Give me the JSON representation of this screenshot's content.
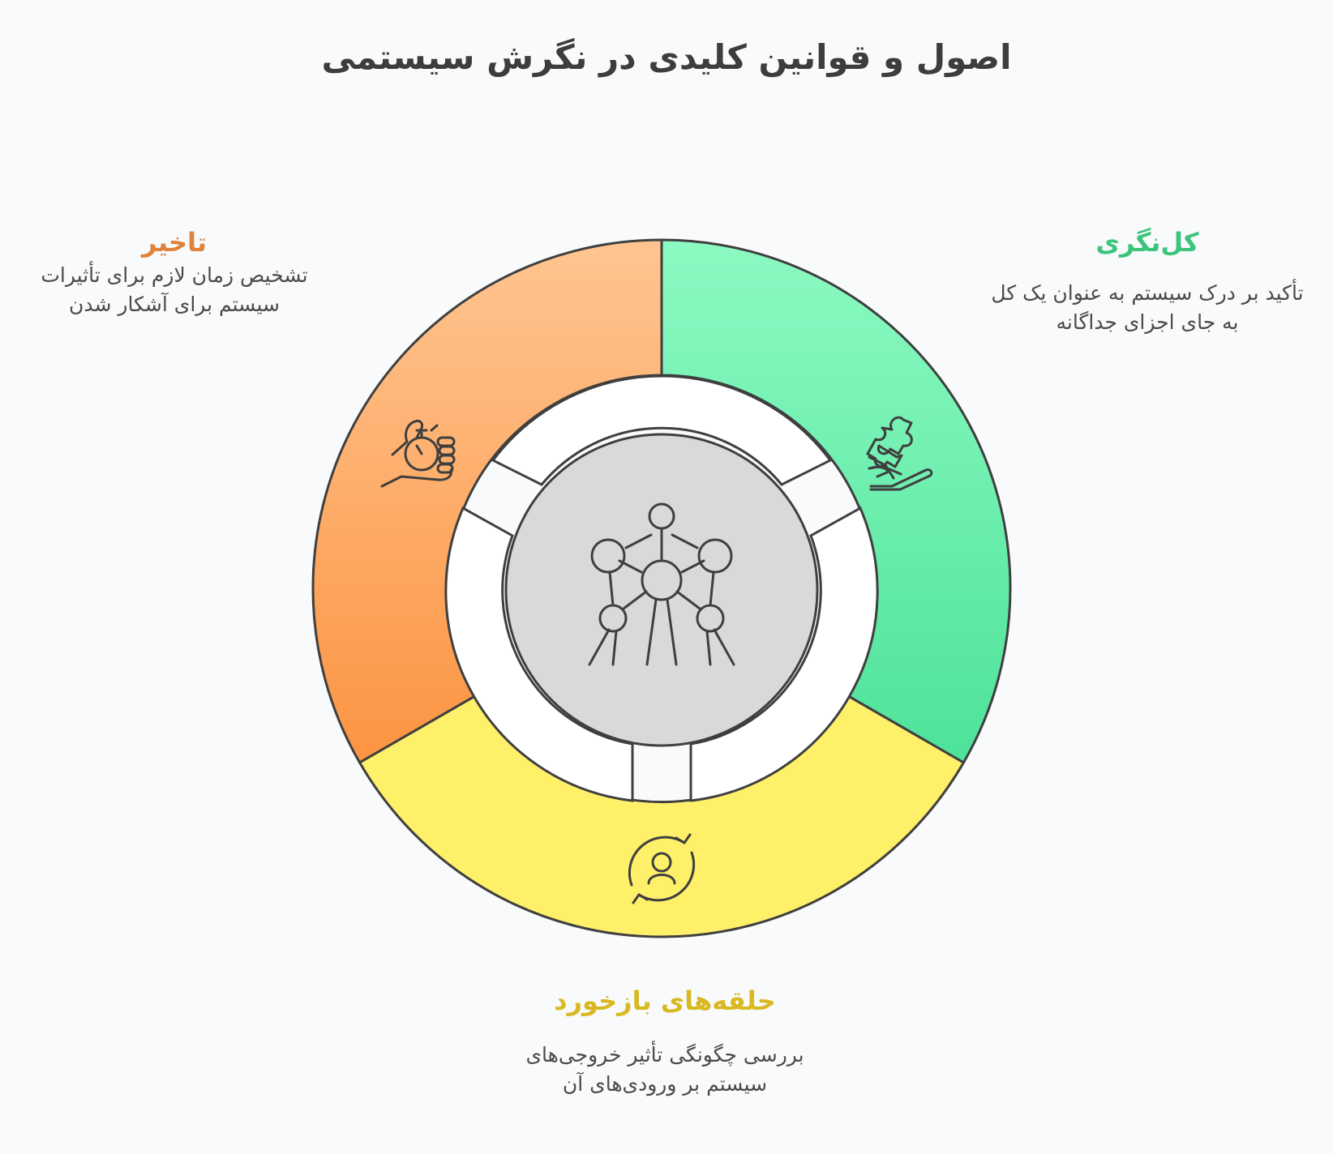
{
  "title": "اصول و قوانین کلیدی در نگرش سیستمی",
  "segments": [
    {
      "heading": "تاخیر",
      "description": "تشخیص زمان لازم برای تأثیرات سیستم برای آشکار شدن",
      "color": "#e0823a",
      "icon": "hand-stopwatch-icon"
    },
    {
      "heading": "کل‌نگری",
      "description": "تأکید بر درک سیستم به عنوان یک کل به جای اجزای جداگانه",
      "color": "#3cc47c",
      "icon": "hand-puzzle-icon"
    },
    {
      "heading": "حلقه‌های بازخورد",
      "description": "بررسی چگونگی تأثیر خروجی‌های سیستم بر ورودی‌های آن",
      "color": "#d9b922",
      "icon": "person-cycle-icon"
    }
  ],
  "center_icon": "atomium-network-icon",
  "fill_colors": {
    "orange": "#ffa65c",
    "green": "#66e6a6",
    "yellow": "#fff06a",
    "center": "#d9d9d9"
  }
}
